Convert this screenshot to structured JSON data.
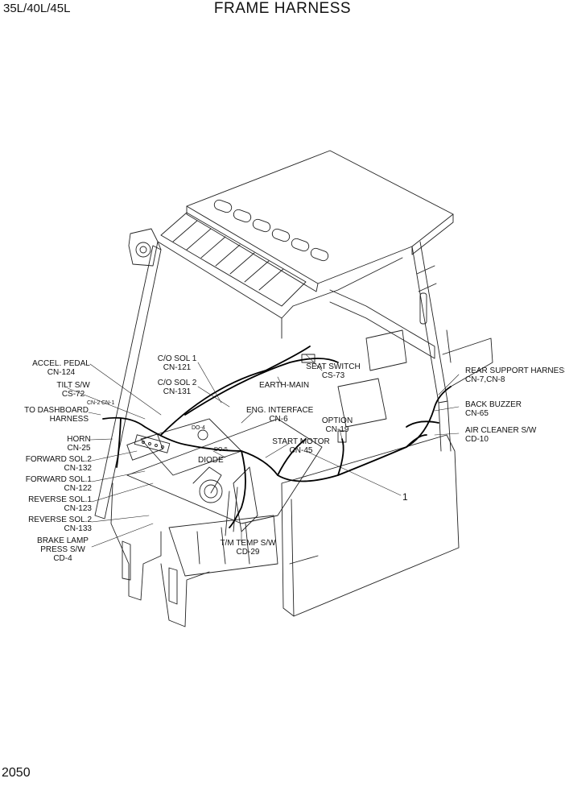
{
  "header": {
    "models": "35L/40L/45L",
    "title": "FRAME HARNESS"
  },
  "page_number": "2050",
  "callouts": {
    "accel_pedal": {
      "name": "ACCEL. PEDAL",
      "code": "CN-124"
    },
    "tilt_sw": {
      "name": "TILT S/W",
      "code": "CS-72"
    },
    "to_dashboard": {
      "name": "TO DASHBOARD",
      "code": "HARNESS"
    },
    "horn": {
      "name": "HORN",
      "code": "CN-25"
    },
    "forward_sol2": {
      "name": "FORWARD SOL.2",
      "code": "CN-132"
    },
    "forward_sol1": {
      "name": "FORWARD SOL.1",
      "code": "CN-122"
    },
    "reverse_sol1": {
      "name": "REVERSE SOL.1",
      "code": "CN-123"
    },
    "reverse_sol2": {
      "name": "REVERSE SOL.2",
      "code": "CN-133"
    },
    "brake_lamp": {
      "line1": "BRAKE LAMP",
      "line2": "PRESS S/W",
      "code": "CD-4"
    },
    "co_sol1": {
      "name": "C/O SOL 1",
      "code": "CN-121"
    },
    "co_sol2": {
      "name": "C/O SOL 2",
      "code": "CN-131"
    },
    "seat_switch": {
      "name": "SEAT SWITCH",
      "code": "CS-73"
    },
    "earth_main": {
      "name": "EARTH-MAIN"
    },
    "eng_interface": {
      "name": "ENG. INTERFACE",
      "code": "CN-6"
    },
    "option": {
      "name": "OPTION",
      "code": "CN-19"
    },
    "start_motor": {
      "name": "START MOTOR",
      "code": "CN-45"
    },
    "diode": {
      "name": "DIODE"
    },
    "tm_temp": {
      "name": "T/M TEMP S/W",
      "code": "CD-29"
    },
    "rear_support": {
      "name": "REAR SUPPORT HARNESS",
      "code": "CN-7,CN-8"
    },
    "back_buzzer": {
      "name": "BACK BUZZER",
      "code": "CN-65"
    },
    "air_cleaner": {
      "name": "AIR CLEANER S/W",
      "code": "CD-10"
    },
    "cn2": "CN-2",
    "cn1": "CN-1",
    "do4": "DO-4",
    "do5": "DO-5",
    "item1": "1"
  }
}
